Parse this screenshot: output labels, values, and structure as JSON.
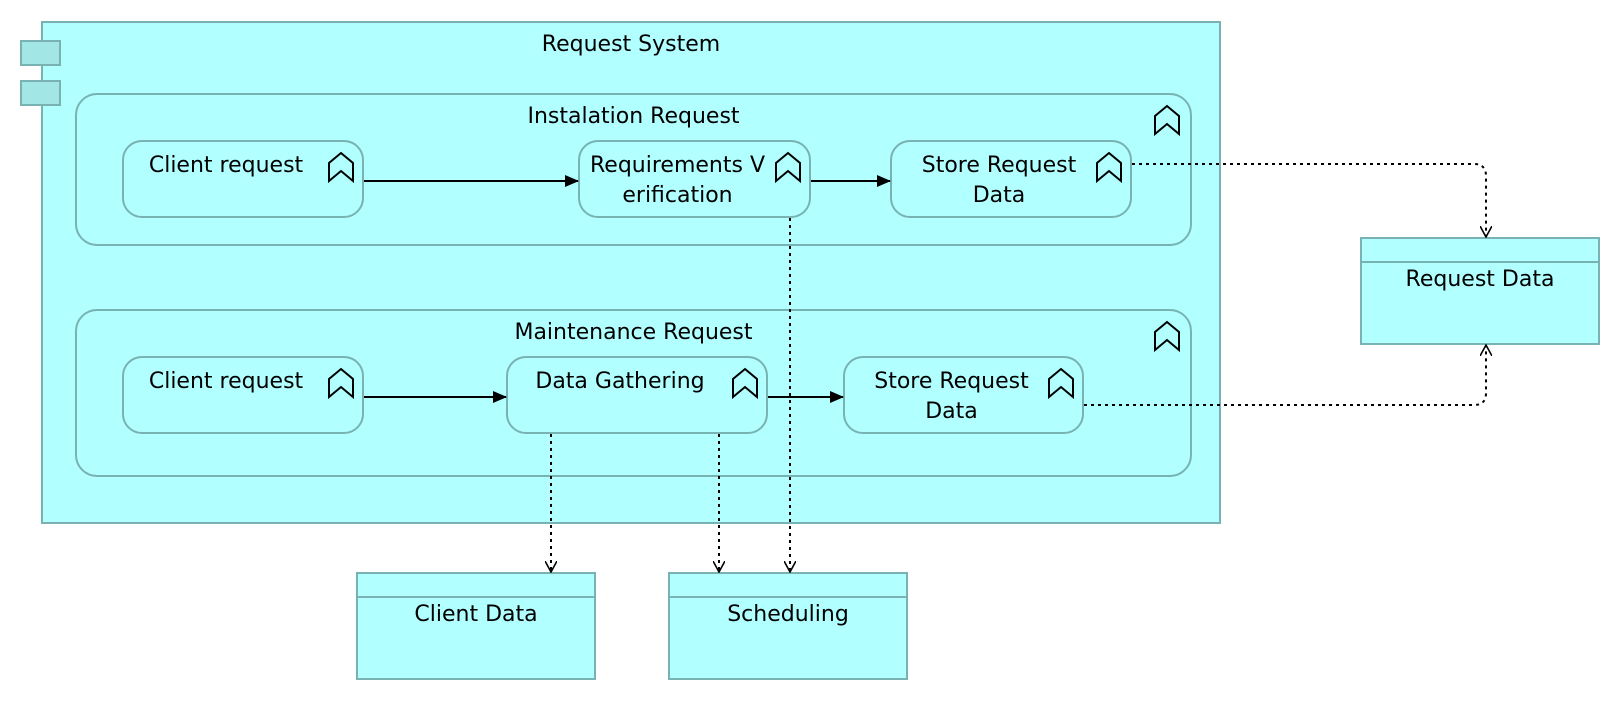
{
  "diagram": {
    "system": {
      "title": "Request System"
    },
    "groups": {
      "installation": {
        "title": "Instalation Request",
        "functions": {
          "client_request": "Client request",
          "requirements_verification": "Requirements Verification",
          "store_request_data": "Store Request Data"
        }
      },
      "maintenance": {
        "title": "Maintenance Request",
        "functions": {
          "client_request": "Client request",
          "data_gathering": "Data Gathering",
          "store_request_data": "Store Request Data"
        }
      }
    },
    "data_objects": {
      "request_data": "Request Data",
      "client_data": "Client Data",
      "scheduling": "Scheduling"
    },
    "colors": {
      "fill": "#b1ffff",
      "border": "#78b2b2",
      "tab_fill": "#a3e6e6",
      "line": "#000000"
    },
    "icons": {
      "function": "function-chevron-icon",
      "component": "component-icon"
    }
  }
}
